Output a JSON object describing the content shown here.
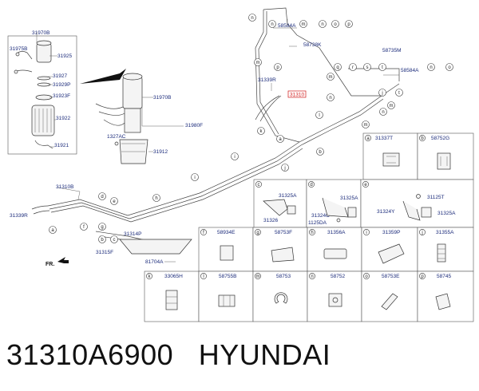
{
  "title": {
    "part_number": "31310A6900",
    "brand": "HYUNDAI"
  },
  "labels": {
    "l31970B_top": "31970B",
    "l31975B": "31975B",
    "l31925": "31925",
    "l31927": "31927",
    "l31929P": "31929P",
    "l31923F": "31923F",
    "l31922": "31922",
    "l31921": "31921",
    "l31970B_mid": "31970B",
    "l31980F": "31980F",
    "l1327AC": "1327AC",
    "l31912": "31912",
    "l31339R_top": "31339R",
    "l31310_red": "31310",
    "l58584A_top": "58584A",
    "l58738K": "58738K",
    "l58735M": "58735M",
    "l58584A_right": "58584A",
    "l31310B": "31310B",
    "l31339R_left": "31339R",
    "l31314P": "31314P",
    "l31315F": "31315F",
    "l81704A": "81704A",
    "fr": "FR."
  },
  "callouts": {
    "n1": "n",
    "n2": "n",
    "m1": "m",
    "n3": "n",
    "o1": "o",
    "p1": "p",
    "m2": "m",
    "p2": "p",
    "m3": "m",
    "n4": "n",
    "q1": "q",
    "r1": "r",
    "s1": "s",
    "t1": "t",
    "n5": "n",
    "o2": "o",
    "j1": "j",
    "m4": "m",
    "n6": "n",
    "t2": "t",
    "l1": "l",
    "m5": "m",
    "k1": "k",
    "a1": "a",
    "b1": "b",
    "j2": "j",
    "i1": "i",
    "i2": "i",
    "h1": "h",
    "d1": "d",
    "e1": "e",
    "a2": "a",
    "f1": "f",
    "g1": "g",
    "b2": "b",
    "c1": "c"
  },
  "grid": {
    "row1": [
      {
        "letter": "a",
        "part": "31337T"
      },
      {
        "letter": "b",
        "part": "58752G"
      }
    ],
    "row2": {
      "c": {
        "letter": "c",
        "parts": [
          "31325A",
          "31326"
        ]
      },
      "d": {
        "letter": "d",
        "parts": [
          "31325A",
          "31324C",
          "1125DA"
        ]
      },
      "e": {
        "letter": "e",
        "parts": [
          "31125T",
          "31324Y",
          "31325A"
        ]
      }
    },
    "row3": [
      {
        "letter": "f",
        "part": "58934E"
      },
      {
        "letter": "g",
        "part": "58753F"
      },
      {
        "letter": "h",
        "part": "31356A"
      },
      {
        "letter": "i",
        "part": "31359P"
      },
      {
        "letter": "j",
        "part": "31355A"
      }
    ],
    "row4": [
      {
        "letter": "k",
        "part": "33065H"
      },
      {
        "letter": "l",
        "part": "58755B"
      },
      {
        "letter": "m",
        "part": "58753"
      },
      {
        "letter": "n",
        "part": "58752"
      },
      {
        "letter": "o",
        "part": "58753E"
      },
      {
        "letter": "p",
        "part": "58745"
      }
    ]
  }
}
